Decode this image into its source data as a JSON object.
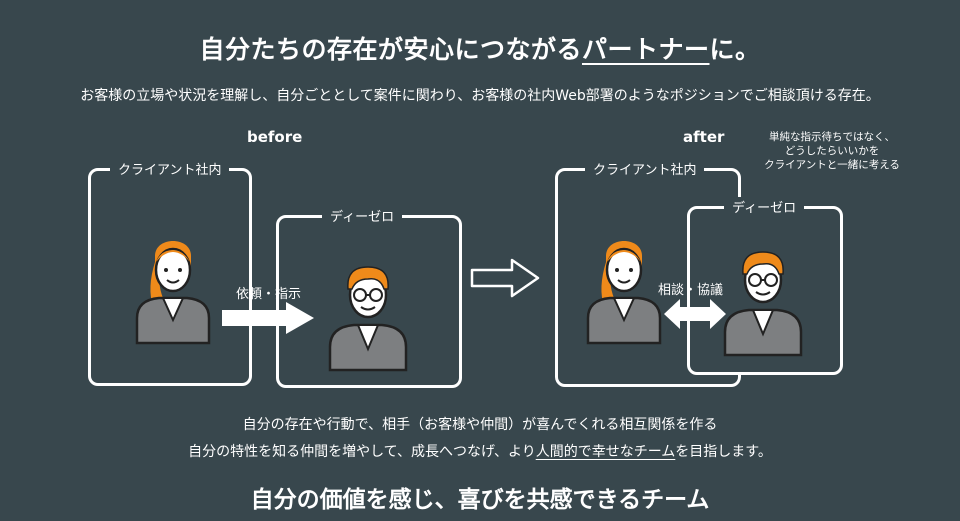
{
  "title": {
    "prefix": "自分たちの存在が安心につながる",
    "highlight": "パートナー",
    "suffix": "に。"
  },
  "subtitle": "お客様の立場や状況を理解し、自分ごととして案件に関わり、お客様の社内Web部署のようなポジションでご相談頂ける存在。",
  "before": {
    "label": "before",
    "client_label": "クライアント社内",
    "company_label": "ディーゼロ",
    "arrow_label": "依頼・指示"
  },
  "after": {
    "label": "after",
    "client_label": "クライアント社内",
    "company_label": "ディーゼロ",
    "arrow_label": "相談・協議",
    "note_lines": [
      "単純な指示待ちではなく、",
      "どうしたらいいかを",
      "クライアントと一緒に考える"
    ]
  },
  "bottom": {
    "line1": "自分の存在や行動で、相手（お客様や仲間）が喜んでくれる相互関係を作る",
    "line2_prefix": "自分の特性を知る仲間を増やして、成長へつなげ、より",
    "line2_highlight": "人間的で幸せなチーム",
    "line2_suffix": "を目指します。"
  },
  "tagline": "自分の価値を感じ、喜びを共感できるチーム",
  "colors": {
    "background": "#38474d",
    "hair": "#ef8a1a",
    "suit": "#7d7f81",
    "skin": "#ffffff"
  }
}
